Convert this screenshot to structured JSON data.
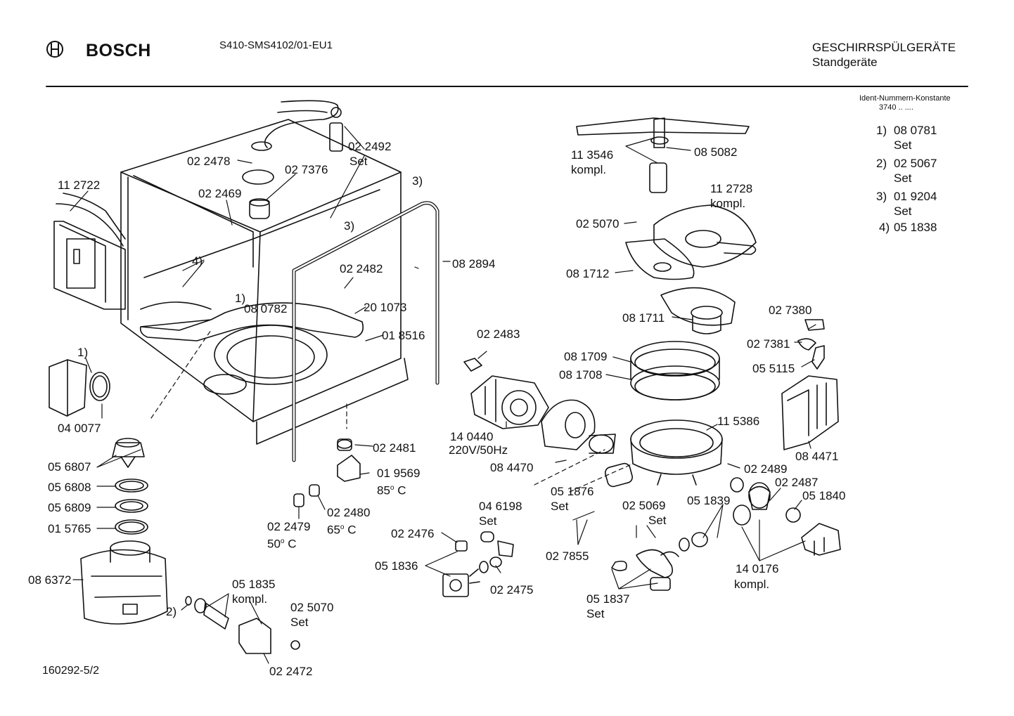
{
  "header": {
    "brand": "BOSCH",
    "model": "S410-SMS4102/01-EU1",
    "category": "GESCHIRRSPÜLGERÄTE",
    "subcategory": "Standgeräte"
  },
  "ident": {
    "title": "Ident-Nummern-Konstante",
    "code": "3740 .. ....",
    "entries": [
      {
        "n": "1)",
        "num": "08 0781",
        "suffix": "Set"
      },
      {
        "n": "2)",
        "num": "02 5067",
        "suffix": "Set"
      },
      {
        "n": "3)",
        "num": "01 9204",
        "suffix": "Set"
      },
      {
        "n": "4)",
        "num": "05 1838",
        "suffix": ""
      }
    ]
  },
  "footer": {
    "code": "160292-5/2"
  },
  "labels": {
    "l112722": "11 2722",
    "l022478": "02 2478",
    "l022492": "02 2492",
    "set1": "Set",
    "l027376": "02 7376",
    "n3a": "3)",
    "l022469": "02 2469",
    "n3b": "3)",
    "n4": "4)",
    "n1a": "1)",
    "l080782": "08 0782",
    "l082894": "08 2894",
    "l022482": "02 2482",
    "l201073": "20 1073",
    "l018516": "01 8516",
    "n1b": "1)",
    "l040077": "04 0077",
    "l022481": "02 2481",
    "l019569": "01 9569",
    "t85": "85",
    "t85u": "C",
    "l056807": "05 6807",
    "l056808": "05 6808",
    "l056809": "05 6809",
    "l015765": "01 5765",
    "l086372": "08 6372",
    "l022479": "02 2479",
    "t50": "50",
    "t50u": "C",
    "l022480": "02 2480",
    "t65": "65",
    "t65u": "C",
    "deg": "o",
    "l051835": "05 1835",
    "kompl1": "kompl.",
    "n2": "2)",
    "l025070b": "02 5070",
    "set2": "Set",
    "l022472": "02 2472",
    "l022476": "02 2476",
    "l051836": "05 1836",
    "l046198": "04 6198",
    "set3": "Set",
    "l022475": "02 2475",
    "l022483": "02 2483",
    "l140440": "14 0440",
    "v220": "220V/50Hz",
    "l084470": "08 4470",
    "l051876": "05 1876",
    "set4": "Set",
    "l027855": "02 7855",
    "l113546": "11 3546",
    "kompl2": "kompl.",
    "l085082": "08 5082",
    "l112728": "11 2728",
    "kompl3": "kompl.",
    "l025070a": "02 5070",
    "l081712": "08 1712",
    "l081711": "08 1711",
    "l081709": "08 1709",
    "l081708": "08 1708",
    "l115386": "11 5386",
    "l022489": "02 2489",
    "l025069": "02 5069",
    "set5": "Set",
    "l051839": "05 1839",
    "l022487": "02 2487",
    "l051840": "05 1840",
    "l140176": "14 0176",
    "kompl4": "kompl.",
    "l051837": "05 1837",
    "set6": "Set",
    "l027380": "02 7380",
    "l027381": "02 7381",
    "l055115": "05 5115",
    "l084471": "08 4471"
  }
}
